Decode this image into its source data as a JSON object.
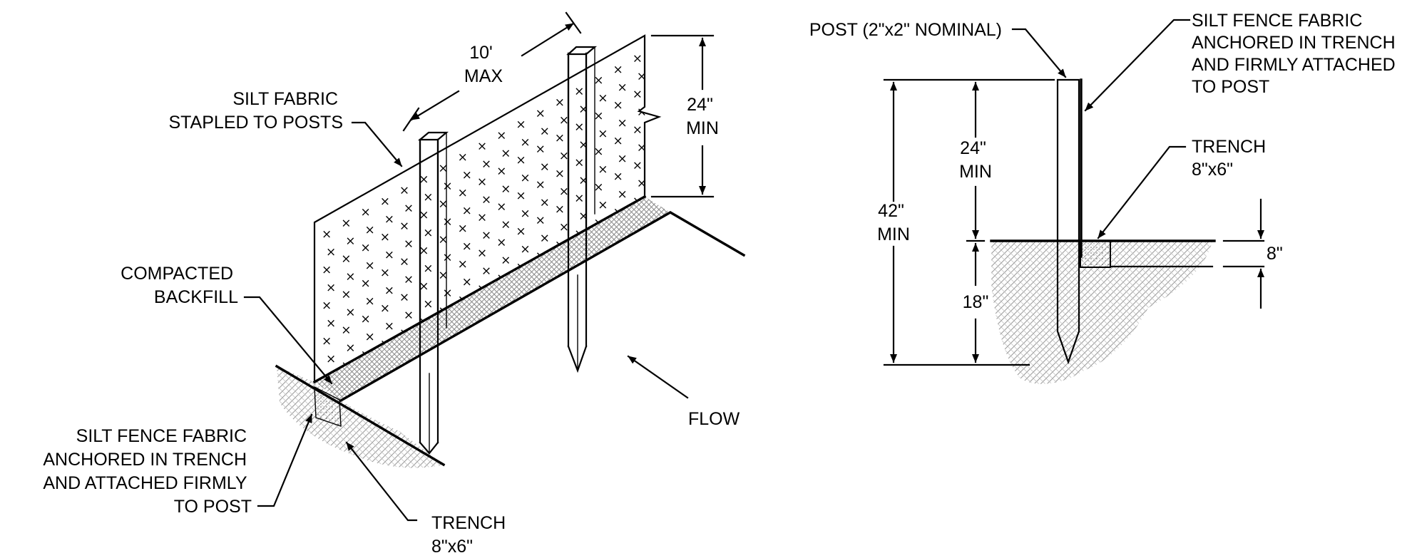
{
  "colors": {
    "line": "#000000",
    "background": "#ffffff",
    "soil_hatch": "#9a9a9a",
    "backfill_hatch": "#8c8c8c"
  },
  "isometric_view": {
    "post_spacing": [
      "10'",
      "MAX"
    ],
    "fabric_height": [
      "24\"",
      "MIN"
    ],
    "silt_fabric_label": [
      "SILT FABRIC",
      "STAPLED TO POSTS"
    ],
    "backfill_label": [
      "COMPACTED",
      "BACKFILL"
    ],
    "anchor_label": [
      "SILT FENCE FABRIC",
      "ANCHORED IN TRENCH",
      "AND ATTACHED FIRMLY",
      "TO POST"
    ],
    "trench_label": [
      "TRENCH",
      "8\"x6\""
    ],
    "flow_label": "FLOW"
  },
  "section_view": {
    "post_label": "POST (2\"x2\" NOMINAL)",
    "fabric_label": [
      "SILT FENCE FABRIC",
      "ANCHORED IN TRENCH",
      "AND FIRMLY ATTACHED",
      "TO POST"
    ],
    "trench_label": [
      "TRENCH",
      "8\"x6\""
    ],
    "total_length": [
      "42\"",
      "MIN"
    ],
    "above_grade": [
      "24\"",
      "MIN"
    ],
    "embedment": "18\"",
    "trench_depth": "8\""
  }
}
